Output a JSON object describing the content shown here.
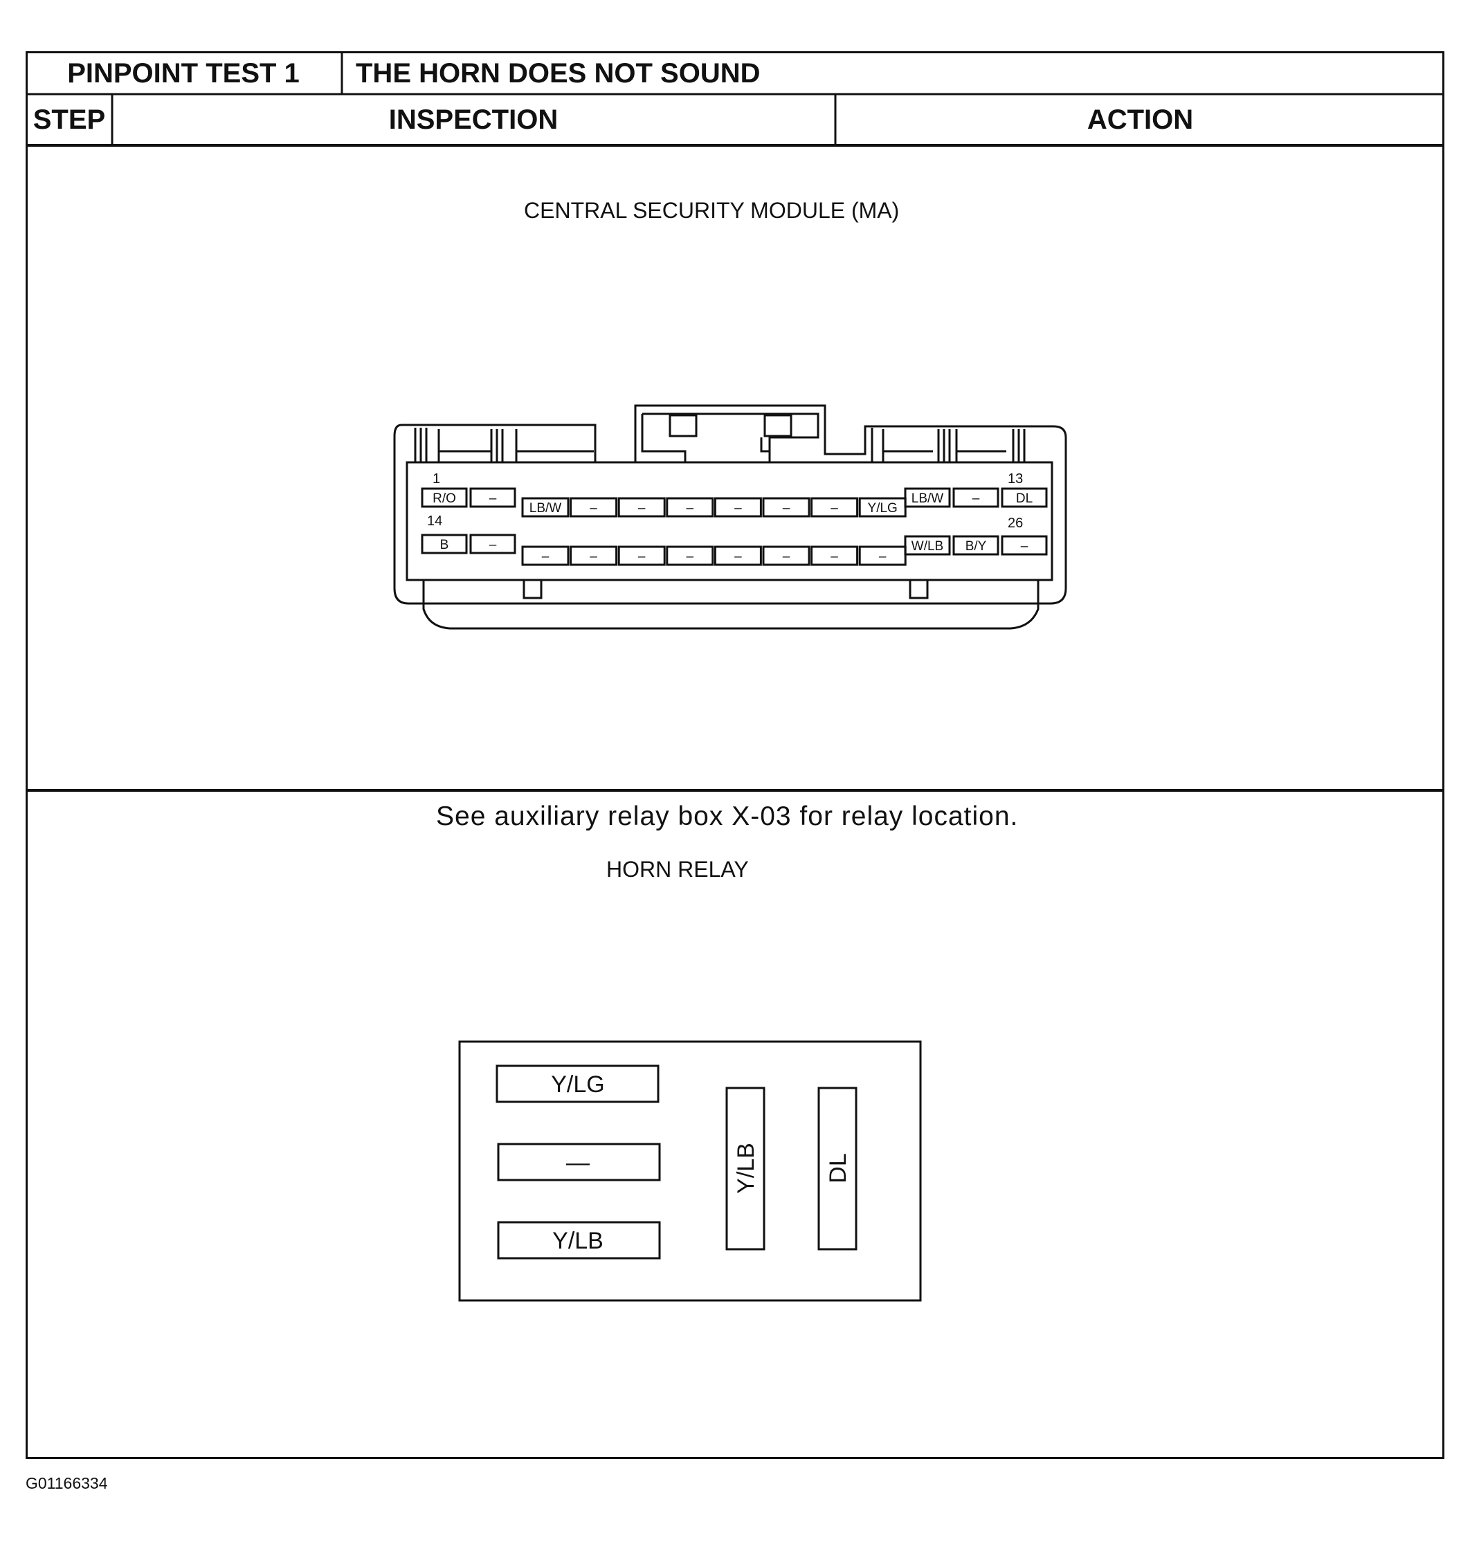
{
  "header": {
    "test_id": "PINPOINT TEST 1",
    "test_title": "THE HORN DOES NOT SOUND",
    "col_step": "STEP",
    "col_inspection": "INSPECTION",
    "col_action": "ACTION"
  },
  "module": {
    "title": "CENTRAL SECURITY MODULE (MA)",
    "pin_labels": {
      "p1": "1",
      "p13": "13",
      "p14": "14",
      "p26": "26"
    },
    "top_row": {
      "left": [
        "R/O",
        "–"
      ],
      "middle": [
        "LB/W",
        "–",
        "–",
        "–",
        "–",
        "–",
        "–",
        "Y/LG"
      ],
      "right": [
        "LB/W",
        "–",
        "DL"
      ]
    },
    "bottom_row": {
      "left": [
        "B",
        "–"
      ],
      "middle": [
        "–",
        "–",
        "–",
        "–",
        "–",
        "–",
        "–",
        "–"
      ],
      "right": [
        "W/LB",
        "B/Y",
        "–"
      ]
    }
  },
  "relay": {
    "note": "See auxiliary relay box X-03 for relay location.",
    "title": "HORN RELAY",
    "h_terminals": [
      "Y/LG",
      "—",
      "Y/LB"
    ],
    "v_terminals": [
      "Y/LB",
      "DL"
    ]
  },
  "figure_id": "G01166334"
}
